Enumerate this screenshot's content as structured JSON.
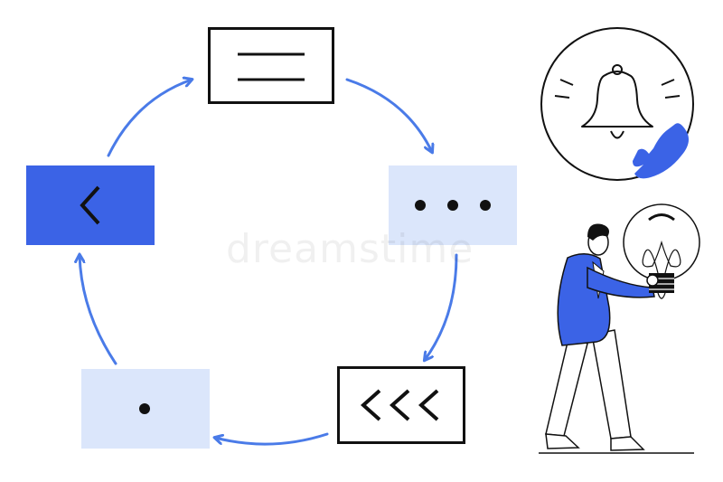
{
  "diagram": {
    "nodes": [
      {
        "id": "top",
        "style": "outlined",
        "glyph": "lines"
      },
      {
        "id": "right",
        "style": "light",
        "glyph": "dots"
      },
      {
        "id": "bottom-right",
        "style": "outlined",
        "glyph": "rewind"
      },
      {
        "id": "bottom-left",
        "style": "light",
        "glyph": "dot"
      },
      {
        "id": "left",
        "style": "filled",
        "glyph": "chevron-left"
      }
    ],
    "edges": [
      {
        "from": "left",
        "to": "top"
      },
      {
        "from": "top",
        "to": "right"
      },
      {
        "from": "right",
        "to": "bottom-right"
      },
      {
        "from": "bottom-right",
        "to": "bottom-left"
      },
      {
        "from": "bottom-left",
        "to": "left"
      }
    ]
  },
  "icons": [
    "bell-icon",
    "phone-icon",
    "lightbulb-icon"
  ],
  "colors": {
    "accent": "#3b63e6",
    "light_fill": "#dbe6fb",
    "line": "#111111",
    "arrow": "#4a7be8"
  },
  "watermark": "dreamstime"
}
